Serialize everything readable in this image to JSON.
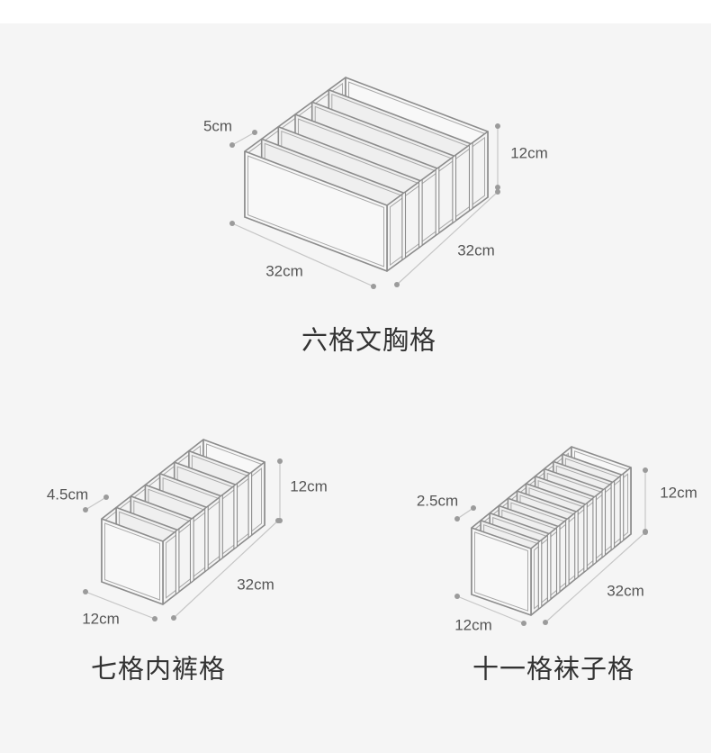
{
  "boxes": [
    {
      "title": "六格文胸格",
      "compartments": 6,
      "dims": {
        "compartment_width": "5cm",
        "height": "12cm",
        "length": "32cm",
        "depth": "32cm"
      }
    },
    {
      "title": "七格内裤格",
      "compartments": 7,
      "dims": {
        "compartment_width": "4.5cm",
        "height": "12cm",
        "depth": "32cm",
        "length": "12cm"
      }
    },
    {
      "title": "十一格袜子格",
      "compartments": 11,
      "dims": {
        "compartment_width": "2.5cm",
        "height": "12cm",
        "depth": "32cm",
        "length": "12cm"
      }
    }
  ],
  "colors": {
    "outline": "#8c8c8c",
    "inner_edge": "#a8a8a8",
    "panel": "#f8f8f8",
    "divider": "#efefef",
    "side": "#f4f4f4",
    "dimension_line": "#c6c6c6",
    "dimension_dot": "#9b9b9b"
  }
}
